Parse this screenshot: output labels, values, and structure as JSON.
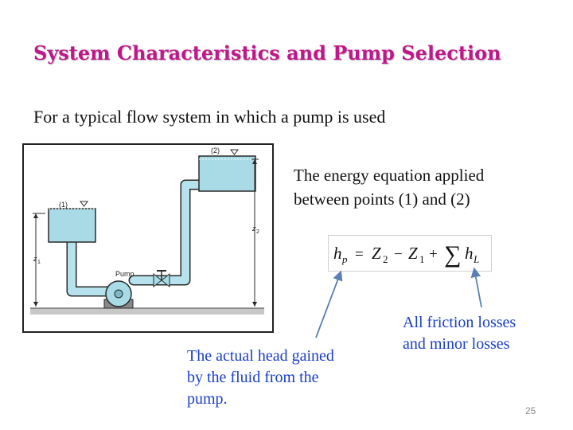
{
  "slide": {
    "title": "System Characteristics and Pump Selection",
    "intro": "For a typical flow system in which a pump is used",
    "energy_line1": "The energy equation applied",
    "energy_line2": "between points (1) and (2)",
    "friction_line1": "All friction losses",
    "friction_line2": "and minor losses",
    "actual_line1": "The actual head gained",
    "actual_line2": "by the fluid from the",
    "actual_line3": "pump.",
    "slide_number": "25"
  },
  "equation": {
    "h": "h",
    "p": "p",
    "eq": "=",
    "Z": "Z",
    "two": "2",
    "minus": "−",
    "one": "1",
    "plus": "+",
    "sum": "∑",
    "L": "L"
  },
  "diagram": {
    "point1_label": "(1)",
    "point2_label": "(2)",
    "pump_label": "Pump",
    "z1_label": "z",
    "z1_sub": "1",
    "z2_label": "z",
    "z2_sub": "2"
  },
  "colors": {
    "title": "#c0178a",
    "annotation": "#1a3fc8",
    "arrow": "#5a7fb5",
    "water": "#a8dbe6",
    "pipe": "#b5e2ec",
    "outline": "#2a2a2a"
  }
}
